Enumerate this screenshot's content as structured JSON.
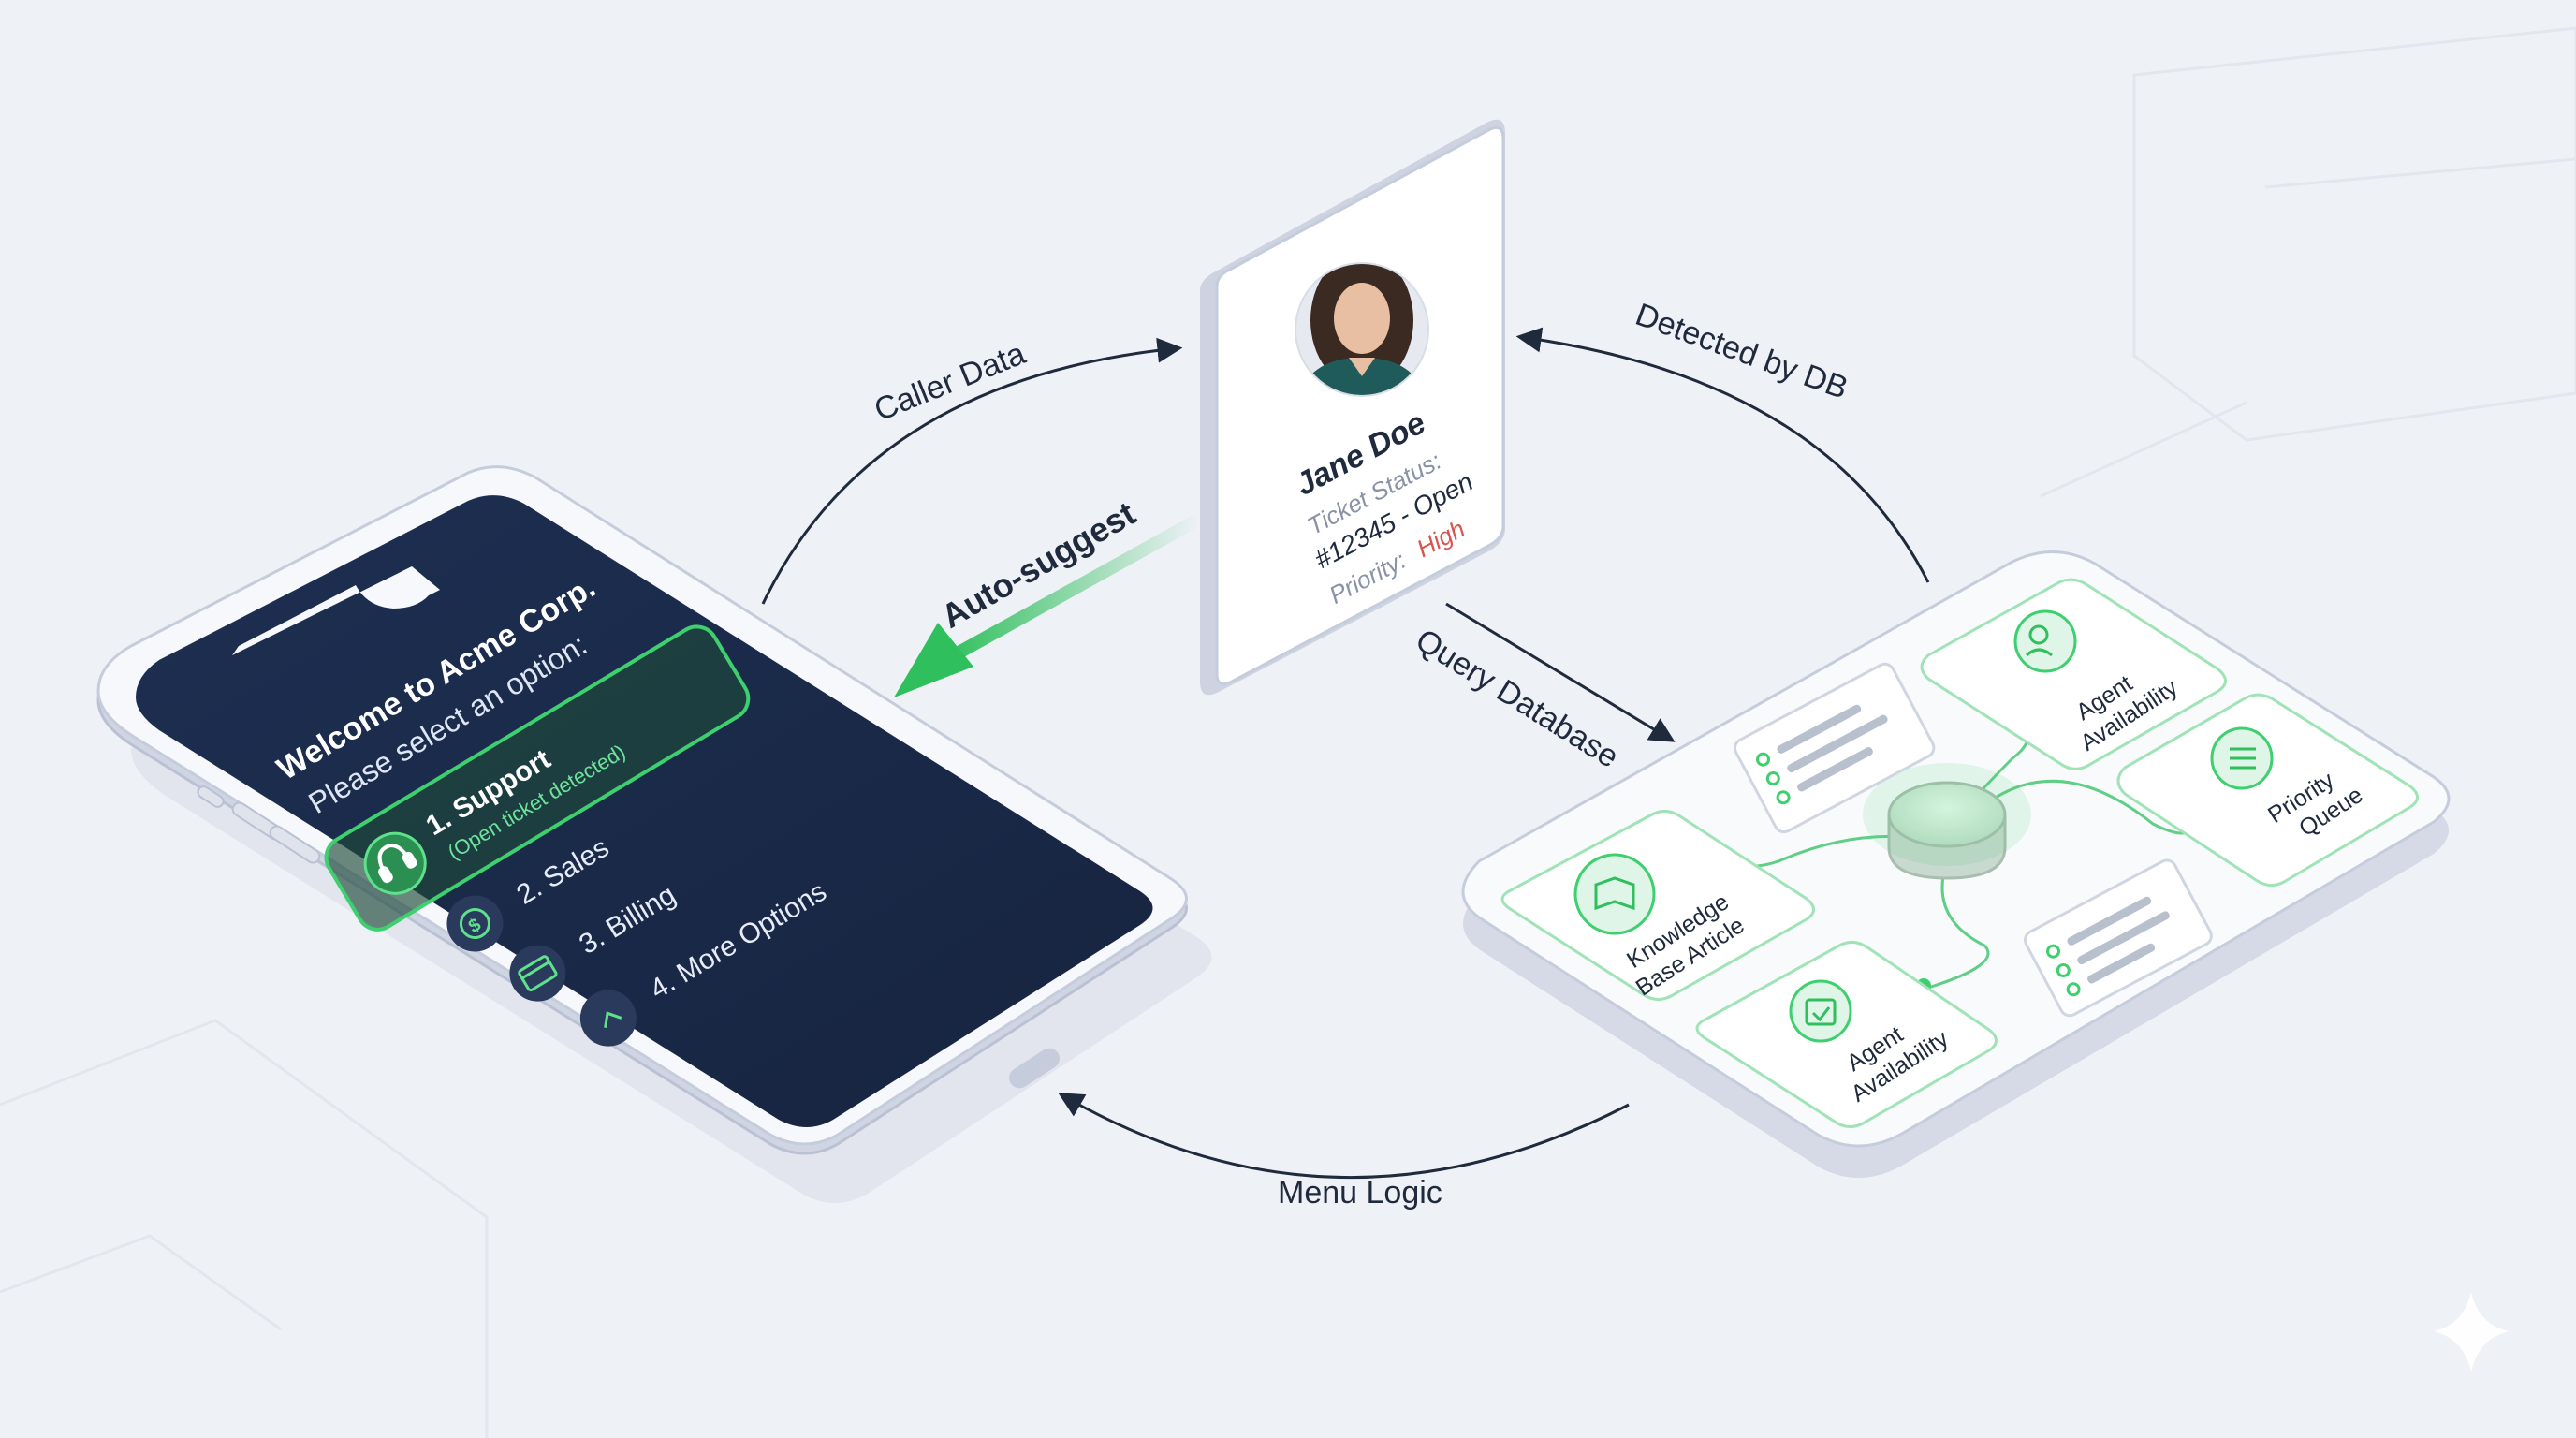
{
  "phone": {
    "welcome": "Welcome to Acme Corp.",
    "prompt": "Please select an option:",
    "options": [
      {
        "label": "1. Support",
        "sub": "(Open ticket detected)",
        "icon": "headset-icon",
        "highlighted": true
      },
      {
        "label": "2. Sales",
        "icon": "dollar-icon",
        "highlighted": false
      },
      {
        "label": "3. Billing",
        "icon": "card-icon",
        "highlighted": false
      },
      {
        "label": "4. More Options",
        "icon": "chevron-icon",
        "highlighted": false
      }
    ]
  },
  "caller_card": {
    "name": "Jane Doe",
    "ticket_label": "Ticket Status:",
    "ticket_value": "#12345 - Open",
    "priority_label": "Priority:",
    "priority_value": "High"
  },
  "database_panel": {
    "modules": [
      {
        "label_lines": [
          "Agent",
          "Availability"
        ],
        "icon": "agent-icon"
      },
      {
        "label_lines": [
          "Priority",
          "Queue"
        ],
        "icon": "queue-icon"
      },
      {
        "label_lines": [
          "Knowledge",
          "Base Article"
        ],
        "icon": "book-icon"
      },
      {
        "label_lines": [
          "Agent",
          "Availability"
        ],
        "icon": "calendar-check-icon"
      }
    ]
  },
  "arrows": {
    "caller_data": "Caller Data",
    "detected_by_db": "Detected by DB",
    "auto_suggest": "Auto-suggest",
    "query_database": "Query Database",
    "menu_logic": "Menu Logic"
  },
  "colors": {
    "background": "#eef1f6",
    "phone_screen": "#1b2a4a",
    "accent_green": "#3ecf6e",
    "priority_red": "#d9534f",
    "text_dark": "#1f2a3d"
  }
}
